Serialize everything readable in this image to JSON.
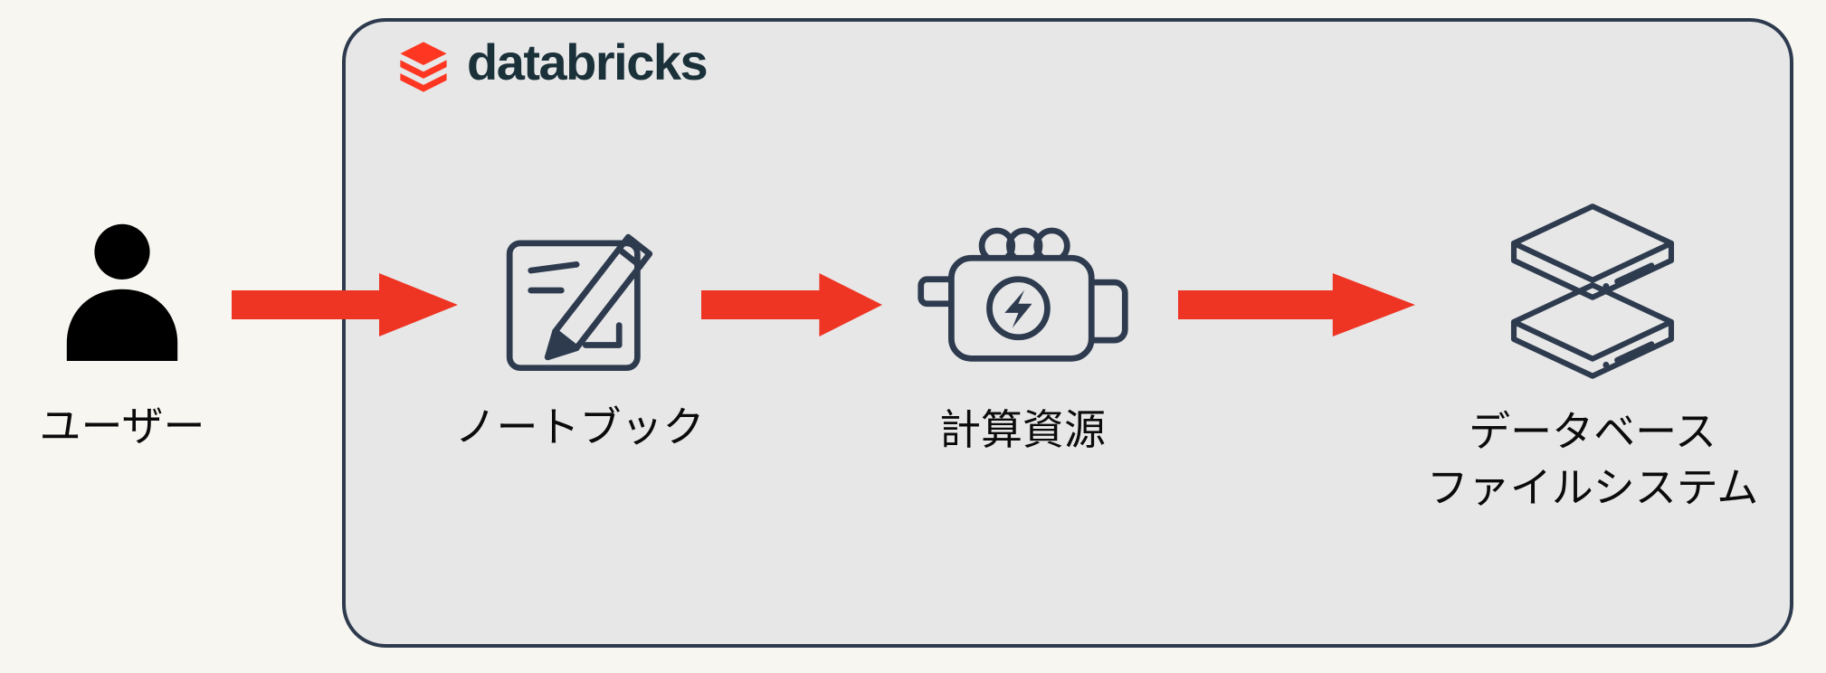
{
  "page": {
    "background_color": "#F8F6F0"
  },
  "brand": {
    "name": "databricks",
    "logo_color": "#FF3621",
    "text_color": "#1B3139"
  },
  "container_box": {
    "fill_color": "#E7E7E8",
    "border_color": "#2E3B4E"
  },
  "nodes": {
    "user": {
      "label": "ユーザー",
      "icon": "user-icon"
    },
    "notebook": {
      "label": "ノートブック",
      "icon": "notebook-icon"
    },
    "compute": {
      "label": "計算資源",
      "icon": "engine-icon"
    },
    "storage": {
      "label_line1": "データベース",
      "label_line2": "ファイルシステム",
      "icon": "database-stack-icon"
    }
  },
  "flow": {
    "arrow_color": "#EE3524",
    "icon_stroke_color": "#2E3B4E",
    "sequence": [
      "user",
      "notebook",
      "compute",
      "storage"
    ]
  }
}
